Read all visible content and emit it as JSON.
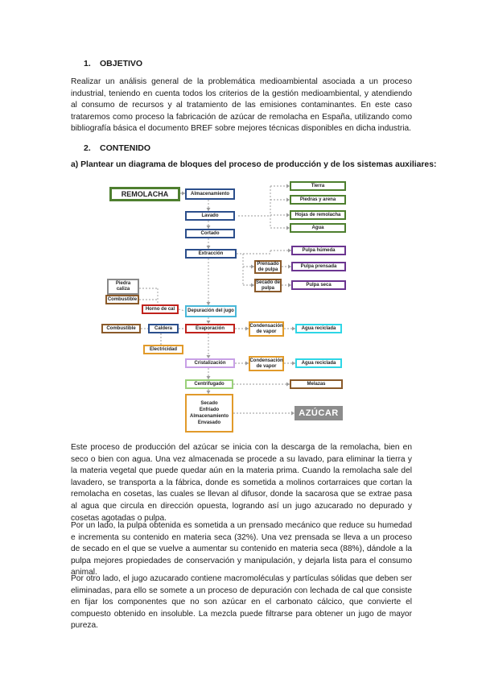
{
  "section1": {
    "number": "1.",
    "title": "OBJETIVO"
  },
  "paragraph1": "Realizar un análisis general de la problemática medioambiental asociada a un proceso industrial, teniendo en cuenta todos los criterios de la gestión medioambiental, y atendiendo al consumo de recursos y al tratamiento de las emisiones contaminantes. En este caso trataremos como proceso la fabricación de azúcar de remolacha en España, utilizando como bibliografía básica el documento BREF sobre mejores técnicas disponibles en dicha industria.",
  "section2": {
    "number": "2.",
    "title": "CONTENIDO"
  },
  "subheading": "a) Plantear un diagrama de bloques del proceso de producción y de los sistemas auxiliares:",
  "diagram": {
    "remolacha": "REMOLACHA",
    "almacenamiento": "Almacenamiento",
    "lavado": "Lavado",
    "cortado": "Cortado",
    "extraccion": "Extracción",
    "tierra": "Tierra",
    "piedras_arena": "Piedras y arena",
    "hojas": "Hojas de remolacha",
    "agua": "Agua",
    "pulpa_humeda": "Pulpa húmeda",
    "prensado_pulpa": "Prensado de pulpa",
    "pulpa_prensada": "Pulpa prensada",
    "secado_pulpa": "Secado de pulpa",
    "pulpa_seca": "Pulpa seca",
    "piedra_caliza": "Piedra caliza",
    "combustible1": "Combustible",
    "horno_cal": "Horno de cal",
    "depuracion": "Depuración del jugo",
    "combustible2": "Combustible",
    "caldera": "Caldera",
    "evaporacion": "Evaporación",
    "condensacion1": "Condensación de vapor",
    "agua_reciclada1": "Agua reciclada",
    "electricidad": "Electricidad",
    "cristalizacion": "Cristalización",
    "condensacion2": "Condensación de vapor",
    "agua_reciclada2": "Agua reciclada",
    "centrifugado": "Centrifugado",
    "melazas": "Melazas",
    "final_lines": [
      "Secado",
      "Enfriado",
      "Almacenamiento",
      "Envasado"
    ],
    "azucar": "AZÚCAR"
  },
  "paragraph2": "Este proceso de producción del azúcar se inicia con la descarga de la remolacha, bien en seco o bien con agua. Una vez almacenada se procede a su lavado, para eliminar la tierra y la materia vegetal que puede quedar aún en la materia prima. Cuando la remolacha sale del lavadero, se transporta a la fábrica, donde es sometida a molinos cortarraices que cortan la remolacha en cosetas, las cuales se llevan al difusor, donde la sacarosa que se extrae pasa al agua que circula en dirección opuesta, logrando así un jugo azucarado no depurado y cosetas agotadas o pulpa.",
  "paragraph3": "Por un lado, la pulpa obtenida es sometida a un prensado mecánico que reduce su humedad e incrementa su contenido en materia seca (32%). Una vez prensada se lleva a un proceso de secado en el que se vuelve a aumentar su contenido en materia seca (88%), dándole a la pulpa mejores propiedades de conservación y manipulación, y dejarla lista para el consumo animal.",
  "paragraph4": "Por otro lado, el jugo azucarado contiene macromoléculas y partículas sólidas que deben ser eliminadas, para ello se somete a un proceso de depuración con lechada de cal que consiste en fijar los componentes que no son azúcar en el carbonato cálcico, que convierte el compuesto obtenido en insoluble. La mezcla puede filtrarse para obtener un jugo de mayor pureza."
}
